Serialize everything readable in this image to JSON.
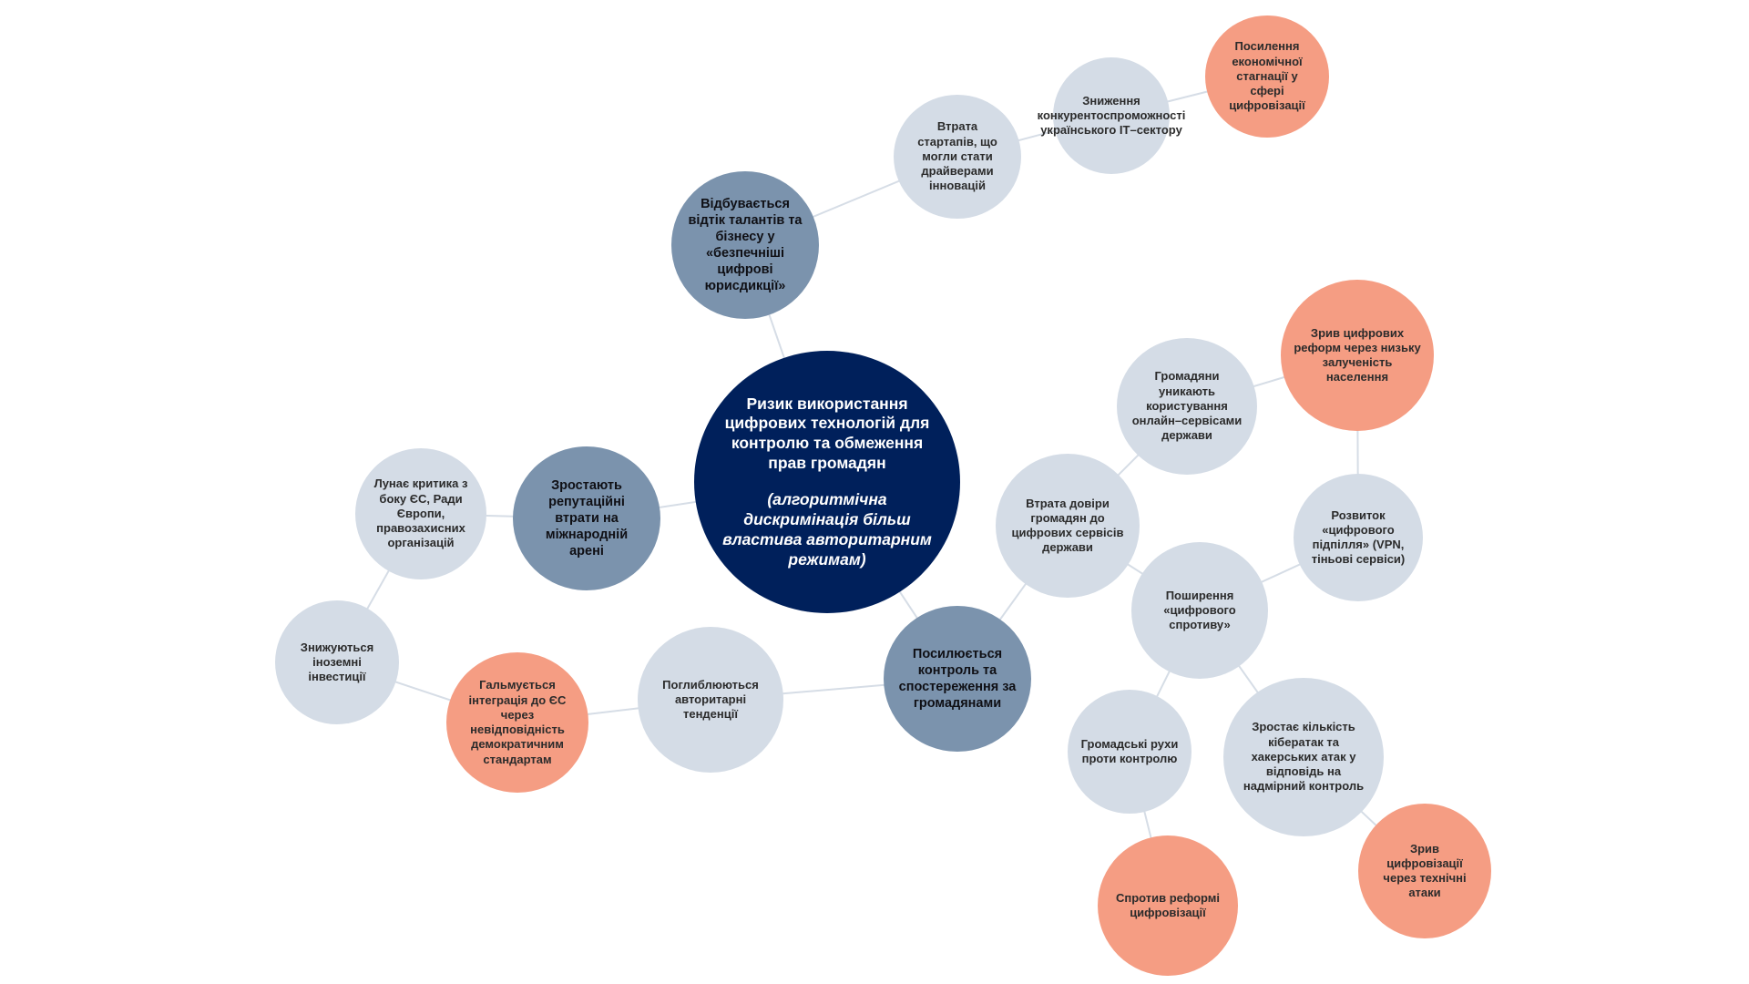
{
  "colors": {
    "root": "#00205b",
    "primary": "#7b93ad",
    "secondary": "#d4dce6",
    "outcome": "#f59d83",
    "edge": "#d6dde6"
  },
  "nodes": {
    "root": {
      "label": "Ризик використання цифрових технологій для контролю та обмеження прав громадян",
      "sublabel": "(алгоритмічна дискримінація більш властива авторитарним режимам)"
    },
    "talent_outflow": {
      "label": "Відбувається відтік талантів та бізнесу у «безпечніші цифрові юрисдикції»"
    },
    "startups_loss": {
      "label": "Втрата стартапів, що могли стати драйверами інновацій"
    },
    "competitiveness_drop": {
      "label": "Зниження конкурентоспроможності українського IT–сектору"
    },
    "stagnation": {
      "label": "Посилення економічної стагнації у сфері цифровізації"
    },
    "reputation_loss": {
      "label": "Зростають репутаційні втрати на міжнародній арені"
    },
    "criticism": {
      "label": "Лунає критика з боку ЄС, Ради Європи, правозахисних організацій"
    },
    "investments": {
      "label": "Знижуються іноземні інвестиції"
    },
    "eu_integration": {
      "label": "Гальмується інтеграція до ЄС через невідповідність демократичним стандартам"
    },
    "authoritarian": {
      "label": "Поглиблюються авторитарні тенденції"
    },
    "surveillance": {
      "label": "Посилюється контроль та спостереження за громадянами"
    },
    "trust_loss": {
      "label": "Втрата довіри громадян до цифрових сервісів держави"
    },
    "avoid_services": {
      "label": "Громадяни уникають користування онлайн–сервісами держави"
    },
    "reform_failure": {
      "label": "Зрив цифрових реформ через низьку залученість населення"
    },
    "resistance": {
      "label": "Поширення «цифрового спротиву»"
    },
    "underground": {
      "label": "Розвиток «цифрового підпілля» (VPN, тіньові сервіси)"
    },
    "civic_movements": {
      "label": "Громадські рухи проти контролю"
    },
    "reform_resistance": {
      "label": "Спротив реформі цифровізації"
    },
    "cyberattacks": {
      "label": "Зростає кількість кібератак та хакерських атак у відповідь на надмірний контроль"
    },
    "tech_attacks_failure": {
      "label": "Зрив цифровізації через технічні атаки"
    }
  },
  "edges": [
    [
      "root",
      "talent_outflow"
    ],
    [
      "talent_outflow",
      "startups_loss"
    ],
    [
      "startups_loss",
      "competitiveness_drop"
    ],
    [
      "competitiveness_drop",
      "stagnation"
    ],
    [
      "root",
      "reputation_loss"
    ],
    [
      "reputation_loss",
      "criticism"
    ],
    [
      "criticism",
      "investments"
    ],
    [
      "investments",
      "eu_integration"
    ],
    [
      "eu_integration",
      "authoritarian"
    ],
    [
      "authoritarian",
      "surveillance"
    ],
    [
      "root",
      "surveillance"
    ],
    [
      "surveillance",
      "trust_loss"
    ],
    [
      "trust_loss",
      "avoid_services"
    ],
    [
      "avoid_services",
      "reform_failure"
    ],
    [
      "reform_failure",
      "underground"
    ],
    [
      "trust_loss",
      "resistance"
    ],
    [
      "resistance",
      "underground"
    ],
    [
      "resistance",
      "civic_movements"
    ],
    [
      "civic_movements",
      "reform_resistance"
    ],
    [
      "resistance",
      "cyberattacks"
    ],
    [
      "cyberattacks",
      "tech_attacks_failure"
    ]
  ]
}
